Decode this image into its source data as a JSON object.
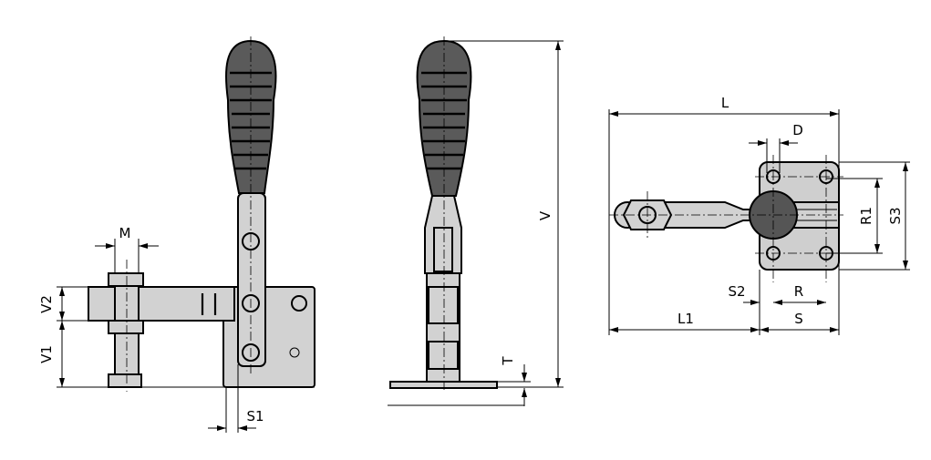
{
  "drawing": {
    "front_view_dimensions": {
      "m": "M",
      "v2": "V2",
      "v1": "V1",
      "s1": "S1"
    },
    "side_view_dimensions": {
      "v": "V",
      "t": "T"
    },
    "top_view_dimensions": {
      "l": "L",
      "d": "D",
      "r1": "R1",
      "s3": "S3",
      "s2": "S2",
      "r": "R",
      "l1": "L1",
      "s": "S"
    }
  }
}
